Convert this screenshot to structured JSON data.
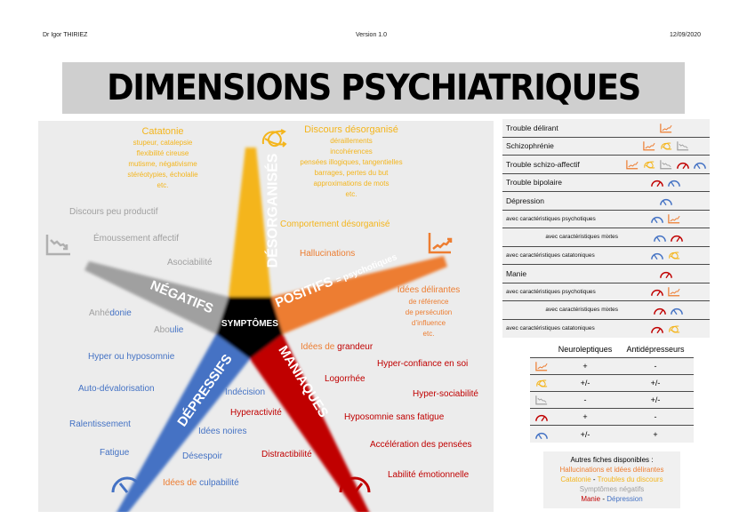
{
  "header": {
    "author": "Dr Igor THIRIEZ",
    "version": "Version 1.0",
    "date": "12/09/2020"
  },
  "title": "DIMENSIONS PSYCHIATRIQUES",
  "colors": {
    "disorganized": "#f4b51c",
    "positive": "#ed7d31",
    "negative": "#a0a0a0",
    "depressive": "#4472c4",
    "manic": "#c00000",
    "center": "#000000"
  },
  "diagram": {
    "center": "SYMPTÔMES",
    "arms": {
      "disorganized": "DÉSORGANISÉS",
      "positive": "POSITIFS",
      "positive_suffix": "= psychotiques",
      "negative": "NÉGATIFS",
      "depressive": "DÉPRESSIFS",
      "manic": "MANIAQUES"
    },
    "catatonia": {
      "title": "Catatonie",
      "lines": [
        "stupeur, catalepsie",
        "flexibilité cireuse",
        "mutisme, négativisme",
        "stéréotypies, écholalie",
        "etc."
      ]
    },
    "disorganized_speech": {
      "title": "Discours désorganisé",
      "lines": [
        "déraillements",
        "incohérences",
        "pensées illogiques, tangentielles",
        "barrages, pertes du but",
        "approximations de mots",
        "etc."
      ]
    },
    "disorganized_behavior": "Comportement désorganisé",
    "hallucinations": "Hallucinations",
    "delusions": {
      "title": "Idées délirantes",
      "lines": [
        "de référence",
        "de persécution",
        "d’influence",
        "etc."
      ]
    },
    "negative_items": [
      "Discours peu productif",
      "Émoussement affectif",
      "Asociabilité"
    ],
    "anhedonia": {
      "a": "Anhé",
      "b": "donie"
    },
    "abulia": {
      "a": "Abo",
      "b": "ulie"
    },
    "depressive_items": [
      "Hyper ou hyposomnie",
      "Auto-dévalorisation",
      "Ralentissement",
      "Fatigue",
      "Indécision",
      "Idées noires",
      "Désespoir"
    ],
    "guilt": {
      "a": "Idées de ",
      "b": "culpabilité"
    },
    "grandiosity": {
      "a": "Idées de ",
      "b": "grandeur"
    },
    "manic_items": [
      "Hyper-confiance en soi",
      "Logorrhée",
      "Hyper-sociabilité",
      "Hyperactivité",
      "Hyposomnie sans fatigue",
      "Accélération des pensées",
      "Distractibilité",
      "Labilité émotionnelle"
    ]
  },
  "disorders_table": [
    {
      "label": "Trouble délirant",
      "icons": [
        "positive"
      ]
    },
    {
      "label": "Schizophrénie",
      "icons": [
        "positive",
        "disorganized",
        "negative"
      ]
    },
    {
      "label": "Trouble schizo-affectif",
      "icons": [
        "positive",
        "disorganized",
        "negative",
        "manic",
        "depressive"
      ]
    },
    {
      "label": "Trouble bipolaire",
      "icons": [
        "manic",
        "depressive"
      ]
    },
    {
      "label": "Dépression",
      "icons": [
        "depressive"
      ]
    },
    {
      "label": "avec caractéristiques psychotiques",
      "icons": [
        "depressive",
        "positive"
      ]
    },
    {
      "label": "avec caractéristiques mixtes",
      "icons": [
        "depressive",
        "manic"
      ]
    },
    {
      "label": "avec caractéristiques catatoniques",
      "icons": [
        "depressive",
        "disorganized"
      ]
    },
    {
      "label": "Manie",
      "icons": [
        "manic"
      ]
    },
    {
      "label": "avec caractéristiques psychotiques",
      "icons": [
        "manic",
        "positive"
      ]
    },
    {
      "label": "avec caractéristiques mixtes",
      "icons": [
        "manic",
        "depressive"
      ]
    },
    {
      "label": "avec caractéristiques catatoniques",
      "icons": [
        "manic",
        "disorganized"
      ]
    }
  ],
  "treatment_table": {
    "headers": [
      "Neuroleptiques",
      "Antidépresseurs"
    ],
    "rows": [
      {
        "icon": "positive",
        "neuro": "+",
        "anti": "-"
      },
      {
        "icon": "disorganized",
        "neuro": "+/-",
        "anti": "+/-"
      },
      {
        "icon": "negative",
        "neuro": "-",
        "anti": "+/-"
      },
      {
        "icon": "manic",
        "neuro": "+",
        "anti": "-"
      },
      {
        "icon": "depressive",
        "neuro": "+/-",
        "anti": "+"
      }
    ]
  },
  "other_sheets": {
    "title": "Autres fiches disponibles :",
    "line1": "Hallucinations et idées délirantes",
    "line2a": "Catatonie",
    "sep": " - ",
    "line2b": "Troubles du discours",
    "line3": "Symptômes négatifs",
    "line4a": "Manie",
    "line4b": "Dépression"
  }
}
